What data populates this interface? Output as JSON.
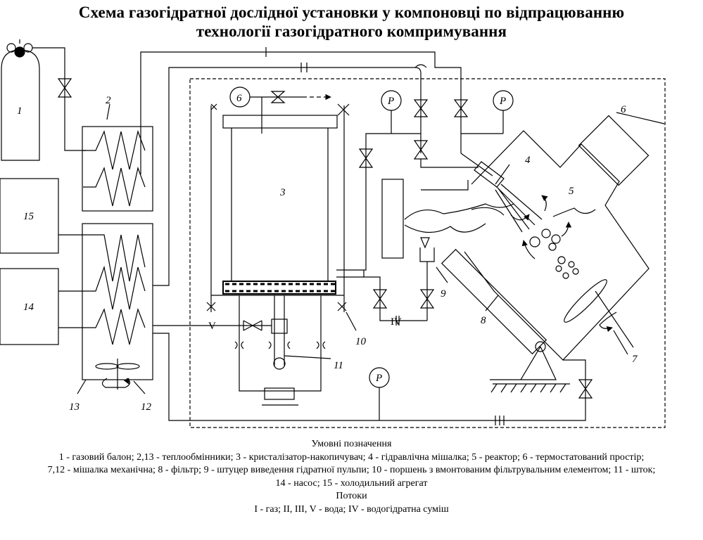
{
  "title": {
    "line1": "Схема газогідратної дослідної установки у компоновці по відпрацюванню",
    "line2": "технології газогідратного компримування"
  },
  "components": {
    "c1": "1",
    "c2": "2",
    "c3": "3",
    "c4": "4",
    "c5": "5",
    "c6": "6",
    "c6b": "6",
    "c7": "7",
    "c8": "8",
    "c9": "9",
    "c10": "10",
    "c11": "11",
    "c12": "12",
    "c13": "13",
    "c14": "14",
    "c15": "15"
  },
  "streams": {
    "s1": "I",
    "s2": "II",
    "s3": "III",
    "s4": "IV",
    "s5": "V"
  },
  "gauge_label": "P",
  "legend": {
    "heading": "Умовні позначення",
    "line1": "1 - газовий балон; 2,13 - теплообмінники; 3 - кристалізатор-накопичувач; 4 - гідравлічна мішалка; 5 - реактор; 6 - термостатований простір;",
    "line2": "7,12 - мішалка механічна; 8 - фільтр; 9 - штуцер виведення гідратної пульпи; 10 - поршень з вмонтованим фільтрувальним елементом; 11 - шток;",
    "line3": "14 - насос; 15 - холодильний агрегат",
    "flows_heading": "Потоки",
    "flows_line": "I - газ; II, III, V - вода; IV - водогідратна суміш"
  }
}
